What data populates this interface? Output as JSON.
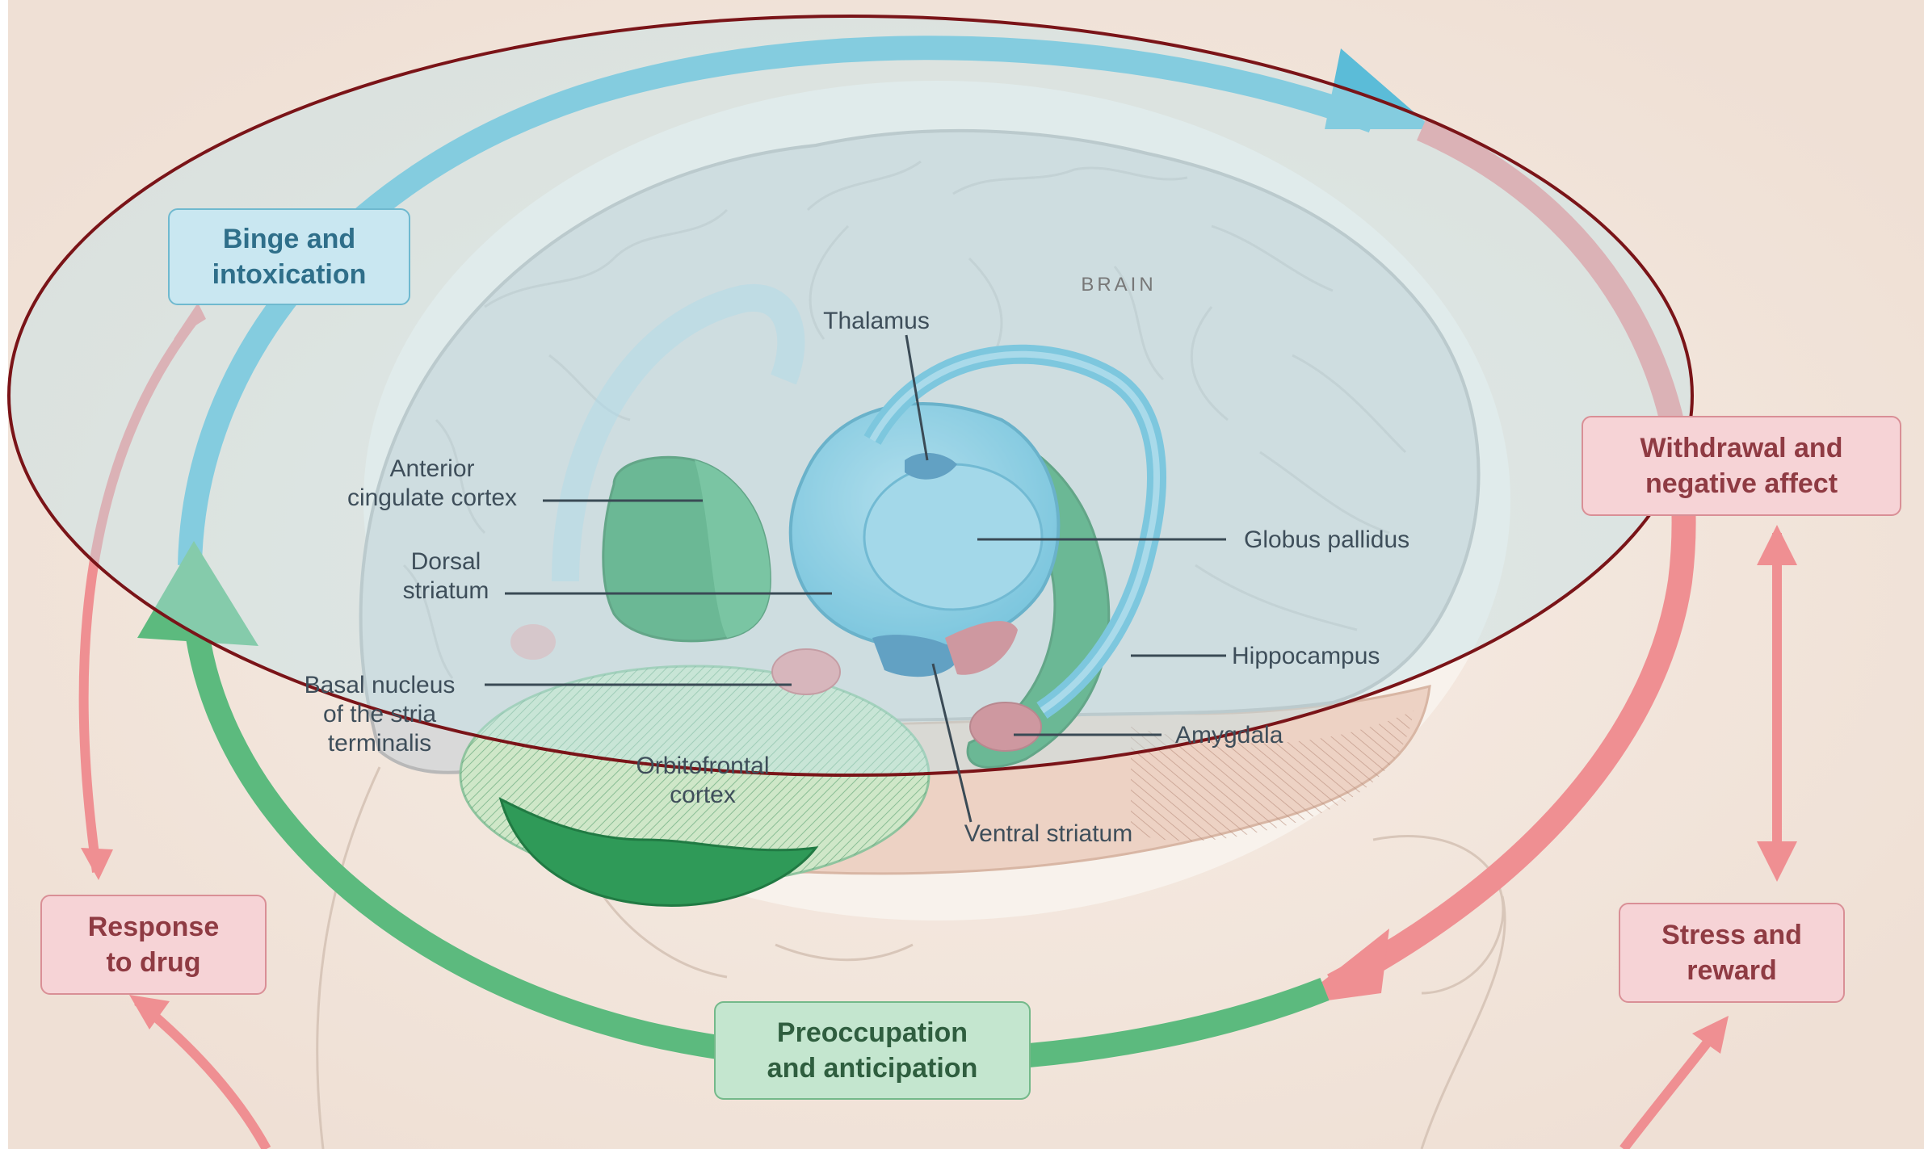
{
  "diagram": {
    "brain_label": "BRAIN",
    "structures": {
      "thalamus": "Thalamus",
      "anterior_cingulate_cortex": "Anterior\ncingulate cortex",
      "dorsal_striatum": "Dorsal\nstriatum",
      "basal_nucleus": "Basal nucleus\nof the stria\nterminalis",
      "orbitofrontal_cortex": "Orbitofrontal\ncortex",
      "globus_pallidus": "Globus pallidus",
      "hippocampus": "Hippocampus",
      "amygdala": "Amygdala",
      "ventral_striatum": "Ventral striatum"
    },
    "stages": {
      "binge": "Binge and\nintoxication",
      "withdrawal": "Withdrawal and\nnegative affect",
      "preoccupation": "Preoccupation\nand anticipation",
      "response": "Response\nto drug",
      "stress": "Stress and\nreward"
    },
    "colors": {
      "binge_stage": "#5bbcd8",
      "withdrawal_stage": "#ef8f92",
      "preoccupation_stage": "#5cba7e",
      "highlight_ellipse": "#7a1418",
      "background": "#f3e8df"
    }
  }
}
